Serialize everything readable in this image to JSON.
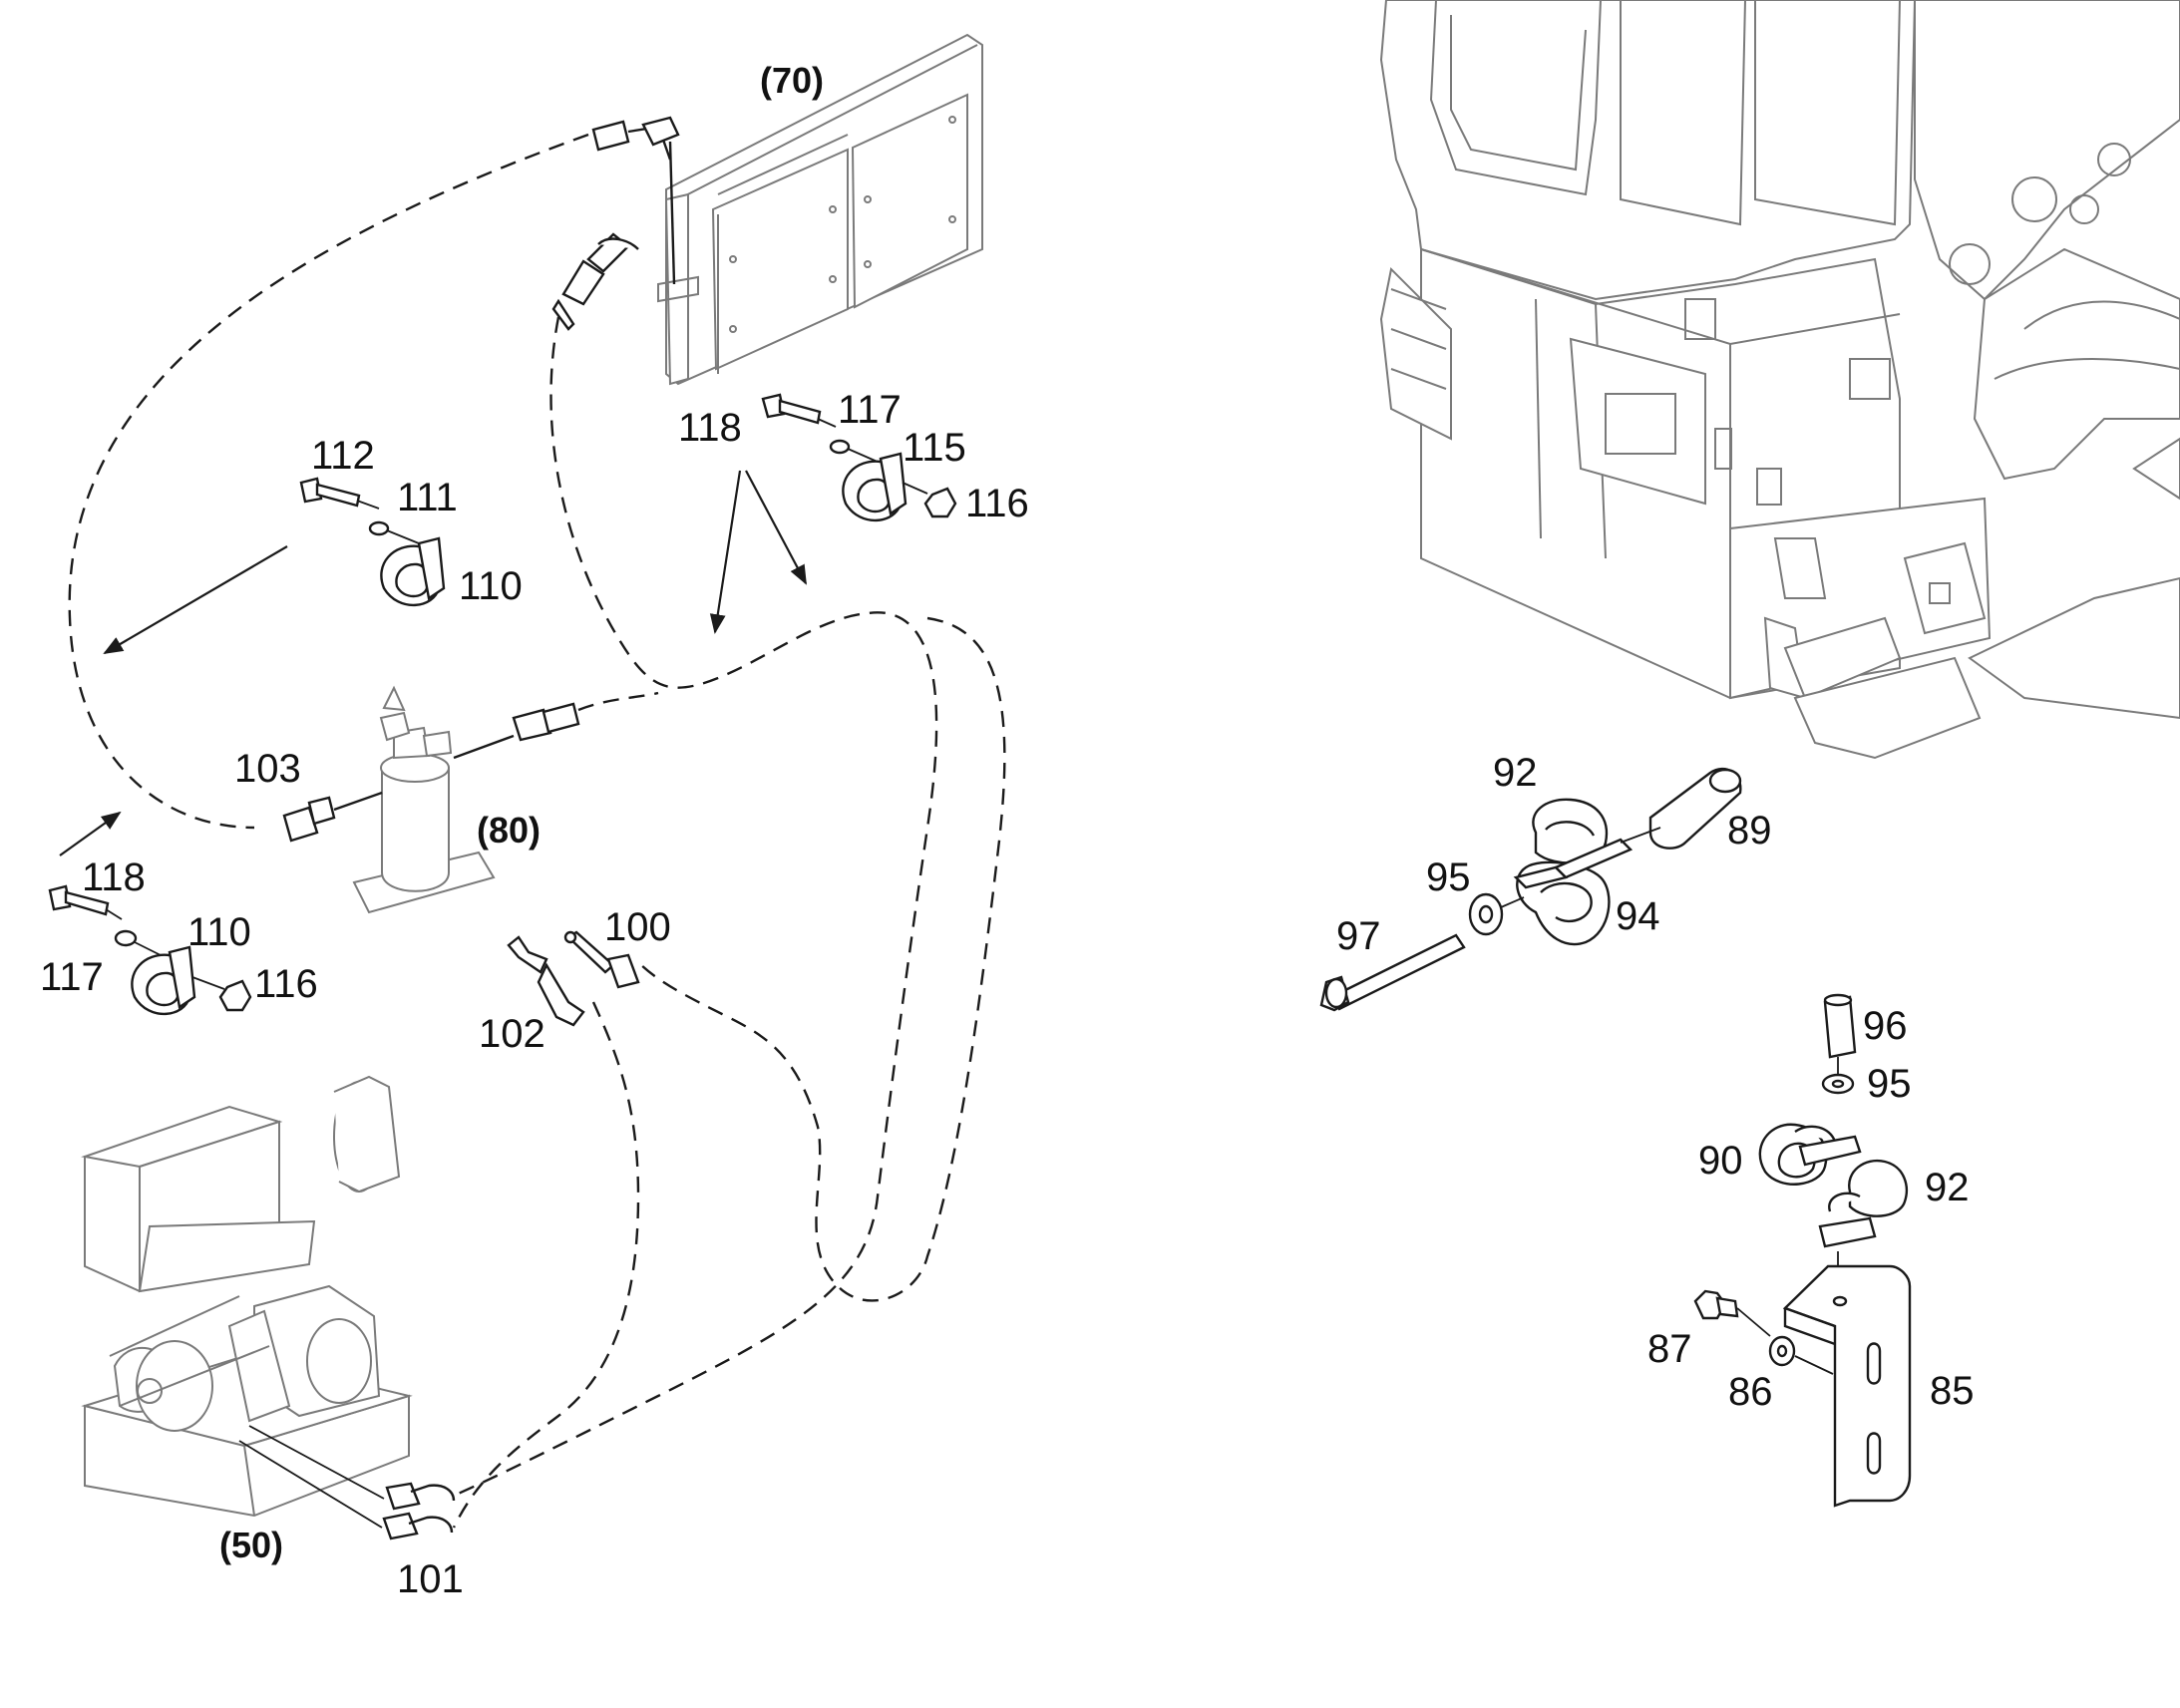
{
  "callouts": {
    "a70": "(70)",
    "a80": "(80)",
    "a50": "(50)",
    "c118a": "118",
    "c117a": "117",
    "c115": "115",
    "c116a": "116",
    "c112": "112",
    "c111": "111",
    "c110a": "110",
    "c103": "103",
    "c118b": "118",
    "c110b": "110",
    "c117b": "117",
    "c116b": "116",
    "c100": "100",
    "c102": "102",
    "c101": "101",
    "c92a": "92",
    "c89": "89",
    "c95a": "95",
    "c94": "94",
    "c97": "97",
    "c96": "96",
    "c95b": "95",
    "c90": "90",
    "c92b": "92",
    "c87": "87",
    "c86": "86",
    "c85": "85"
  },
  "colors": {
    "ink": "#1a1a1a",
    "ghost": "#7a7a7a",
    "background": "#ffffff"
  }
}
